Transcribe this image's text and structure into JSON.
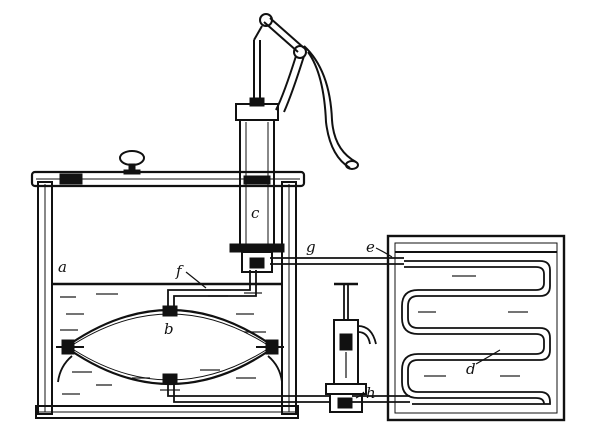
{
  "figure": {
    "labels": {
      "a": "a",
      "b": "b",
      "c": "c",
      "d": "d",
      "e": "e",
      "f": "f",
      "g": "g",
      "h": "h"
    }
  }
}
